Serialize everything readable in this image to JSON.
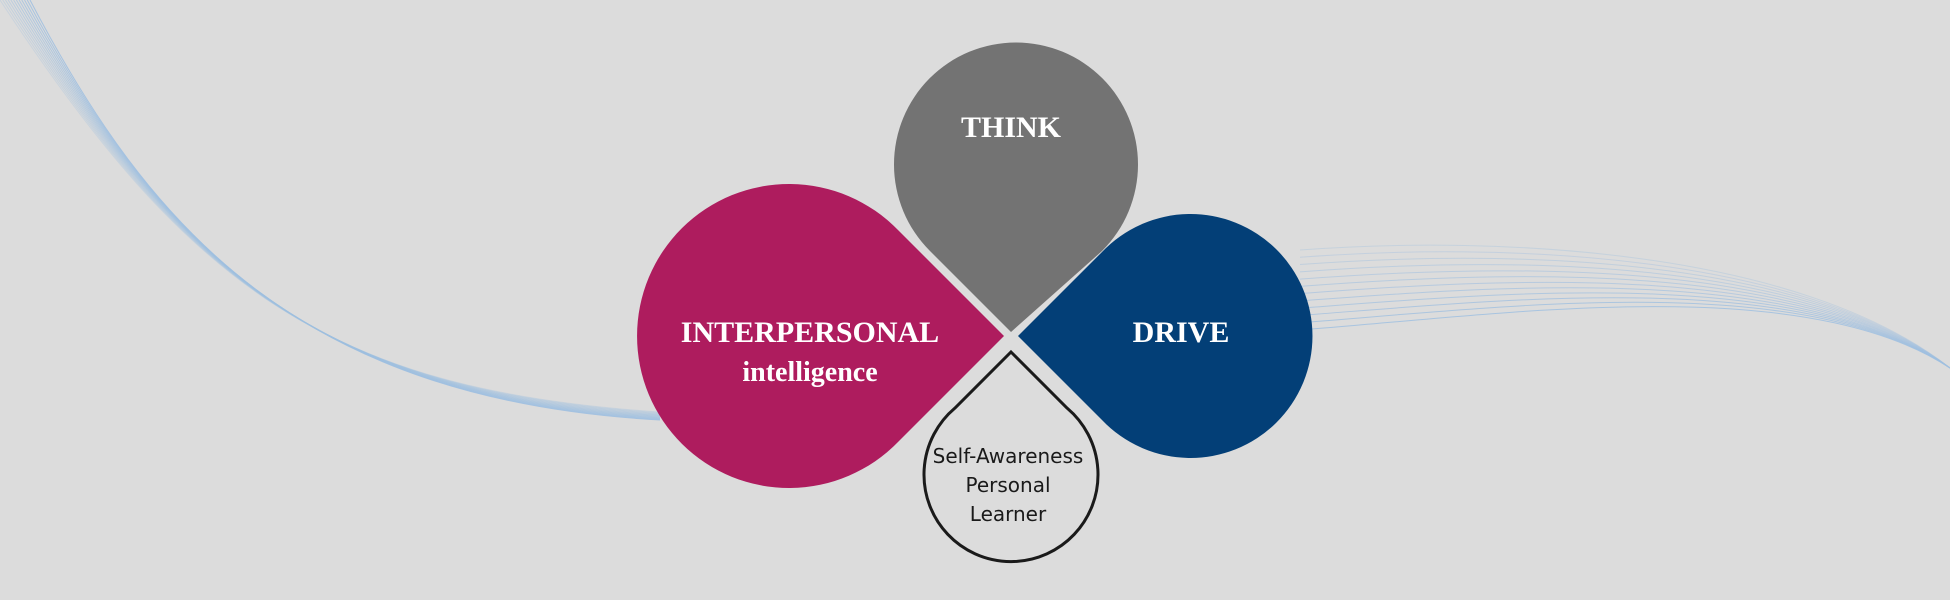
{
  "diagram": {
    "think": {
      "label": "THINK",
      "color": "#737373"
    },
    "interpersonal": {
      "label": "INTERPERSONAL",
      "sublabel": "intelligence",
      "color": "#ae1c5e"
    },
    "drive": {
      "label": "DRIVE",
      "color": "#033f77"
    },
    "core": {
      "lines": [
        "Self-Awareness",
        "Personal",
        "Learner"
      ],
      "stroke": "#1a1a1a"
    }
  },
  "background": {
    "color": "#dcdcdc",
    "wave_color": "#9fbfe0"
  }
}
